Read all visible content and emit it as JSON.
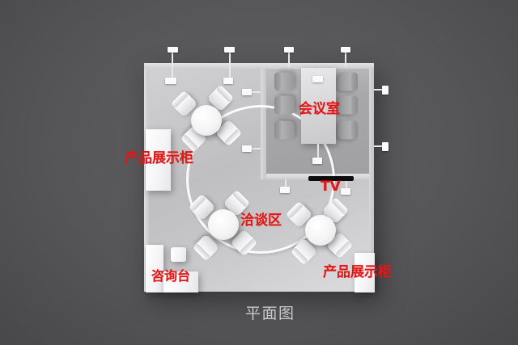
{
  "caption": "平面图",
  "labels": {
    "display_cabinet_left": "产品展示柜",
    "meeting_room": "会议室",
    "tv": "TV",
    "negotiation_area": "洽谈区",
    "info_desk": "咨询台",
    "display_cabinet_right": "产品展示柜"
  },
  "colors": {
    "background": "#565658",
    "floor": "#c8c8ca",
    "meeting_room_floor": "#a6a6a8",
    "wall": "#d8d8da",
    "label_red": "#e31717",
    "caption_gray": "#c9c9ca",
    "tv_black": "#0c0c0c",
    "ring_white": "#fcfcfc"
  },
  "plan": {
    "type": "booth-floor-plan-top-view",
    "areas": [
      "会议室",
      "洽谈区"
    ],
    "furniture": {
      "round_tables": 3,
      "chairs_per_round_table": 4,
      "conference_table": 1,
      "conference_chairs": 6,
      "display_cabinets": 2,
      "info_desk": 1,
      "stool": 1,
      "tv": 1,
      "hanging_lamps": 12
    }
  }
}
